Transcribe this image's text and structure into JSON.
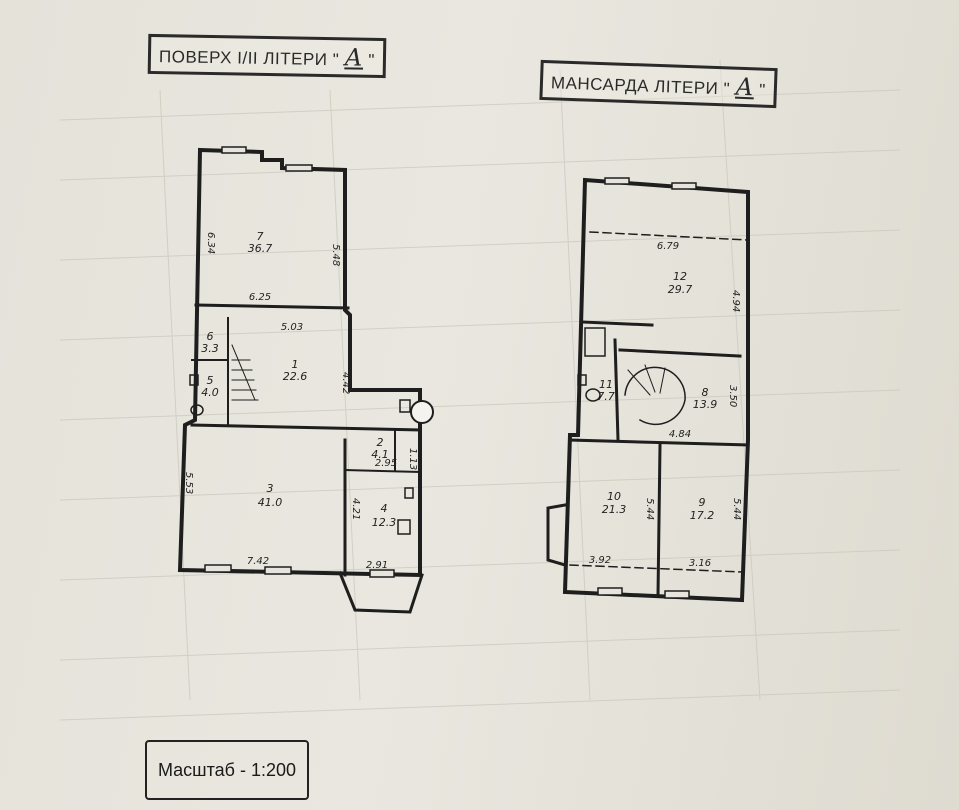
{
  "stamps": {
    "floor_prefix": "ПОВЕРХ І/ІІ ЛІТЕРИ \"",
    "floor_letter": "А",
    "floor_suffix": "\"",
    "attic_prefix": "МАНСАРДА ЛІТЕРИ \"",
    "attic_letter": "А",
    "attic_suffix": "\""
  },
  "scale": "Масштаб - 1:200",
  "floor_plan": {
    "rooms": [
      {
        "no": "7",
        "area": "36.7"
      },
      {
        "no": "6",
        "area": "3.3"
      },
      {
        "no": "5",
        "area": "4.0"
      },
      {
        "no": "1",
        "area": "22.6"
      },
      {
        "no": "2",
        "area": "4.1"
      },
      {
        "no": "3",
        "area": "41.0"
      },
      {
        "no": "4",
        "area": "12.3"
      }
    ],
    "dims": [
      "6.34",
      "5.48",
      "6.25",
      "5.03",
      "4.42",
      "2.95",
      "1.13",
      "5.53",
      "4.21",
      "7.42",
      "2.91"
    ]
  },
  "attic_plan": {
    "rooms": [
      {
        "no": "12",
        "area": "29.7"
      },
      {
        "no": "11",
        "area": "7.7"
      },
      {
        "no": "8",
        "area": "13.9"
      },
      {
        "no": "10",
        "area": "21.3"
      },
      {
        "no": "9",
        "area": "17.2"
      }
    ],
    "dims": [
      "6.79",
      "4.94",
      "3.50",
      "4.84",
      "5.44",
      "5.44",
      "3.92",
      "3.16"
    ]
  }
}
